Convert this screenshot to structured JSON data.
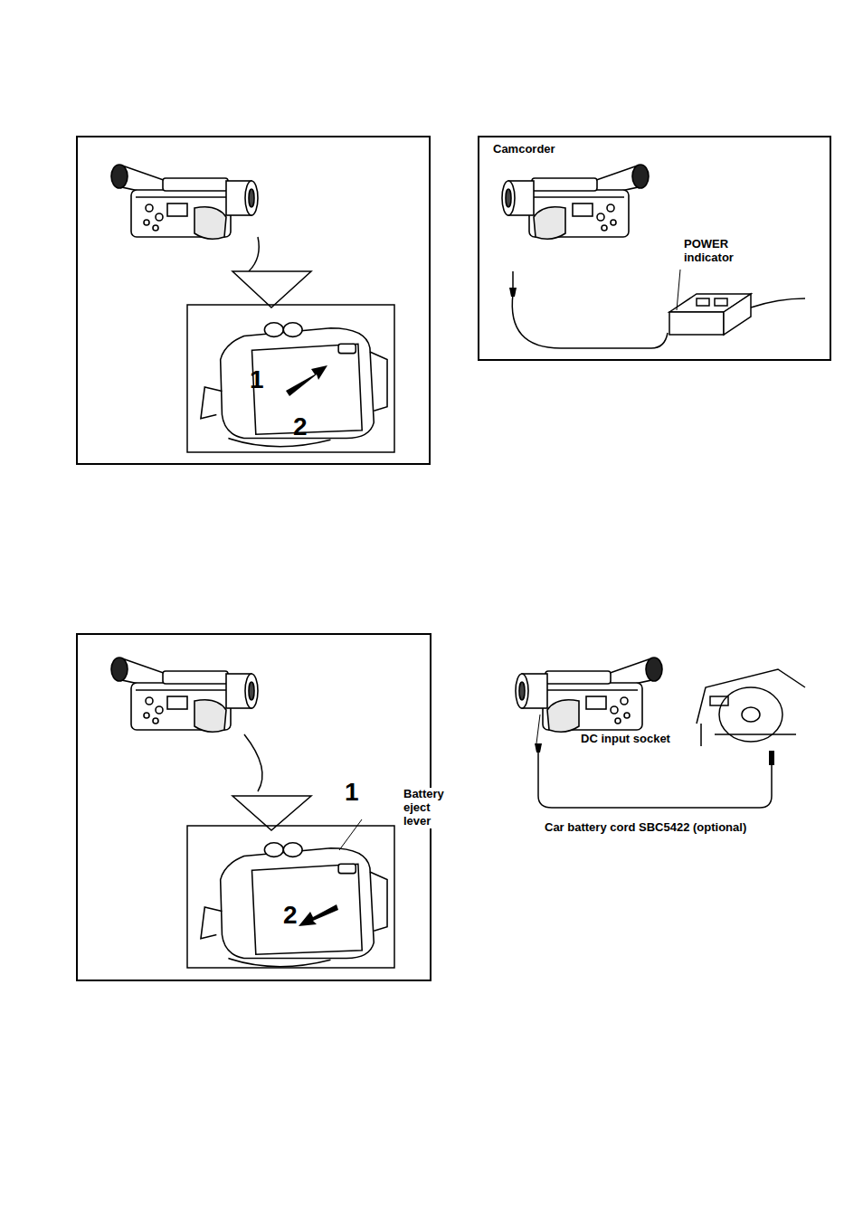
{
  "diagram": {
    "nodes": [
      {
        "text": [
          "1",
          "2"
        ]
      },
      {
        "text": [
          "Camcorder",
          "POWER indicator"
        ]
      },
      {
        "text": [
          "1",
          "Battery eject lever",
          "2"
        ]
      }
    ],
    "labels": [
      "DC input socket",
      "Car battery cord SBC5422 (optional)"
    ]
  }
}
